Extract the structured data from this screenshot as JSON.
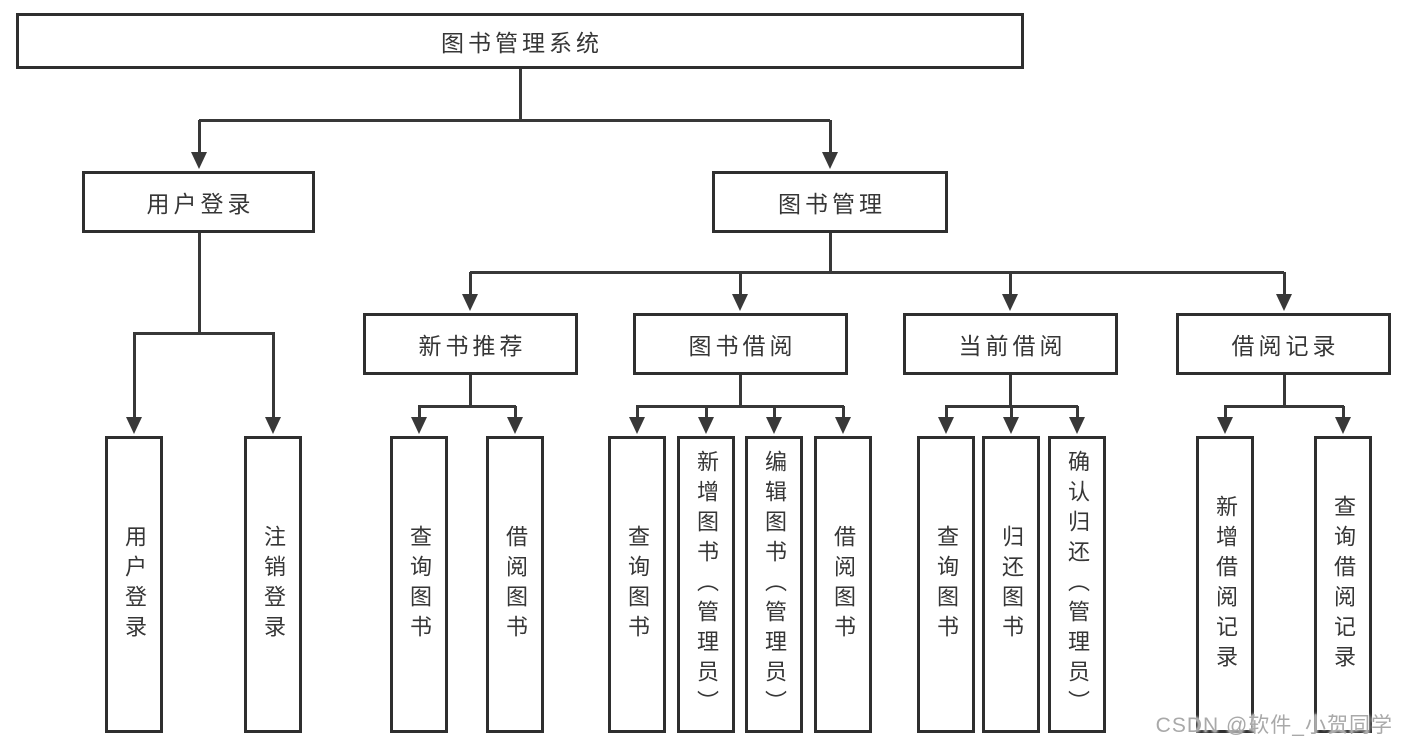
{
  "nodes": {
    "root": "图书管理系统",
    "user_login": "用户登录",
    "book_management": "图书管理",
    "new_book_recommend": "新书推荐",
    "book_borrowing": "图书借阅",
    "current_borrowing": "当前借阅",
    "borrow_records": "借阅记录",
    "leaves": {
      "ul_user_login": "用户登录",
      "ul_logout": "注销登录",
      "nb_query": "查询图书",
      "nb_borrow": "借阅图书",
      "bb_query": "查询图书",
      "bb_add": "新增图书（管理员）",
      "bb_edit": "编辑图书（管理员）",
      "bb_borrow": "借阅图书",
      "cb_query": "查询图书",
      "cb_return": "归还图书",
      "cb_confirm": "确认归还（管理员）",
      "br_add": "新增借阅记录",
      "br_query": "查询借阅记录"
    }
  },
  "hierarchy": {
    "图书管理系统": {
      "用户登录": [
        "用户登录",
        "注销登录"
      ],
      "图书管理": {
        "新书推荐": [
          "查询图书",
          "借阅图书"
        ],
        "图书借阅": [
          "查询图书",
          "新增图书（管理员）",
          "编辑图书（管理员）",
          "借阅图书"
        ],
        "当前借阅": [
          "查询图书",
          "归还图书",
          "确认归还（管理员）"
        ],
        "借阅记录": [
          "新增借阅记录",
          "查询借阅记录"
        ]
      }
    }
  },
  "watermark": "CSDN @软件_小贺同学",
  "colors": {
    "line": "#383838",
    "box_border": "#2f2f2f",
    "text": "#363636",
    "background": "#ffffff",
    "watermark": "#a9a9a9"
  }
}
